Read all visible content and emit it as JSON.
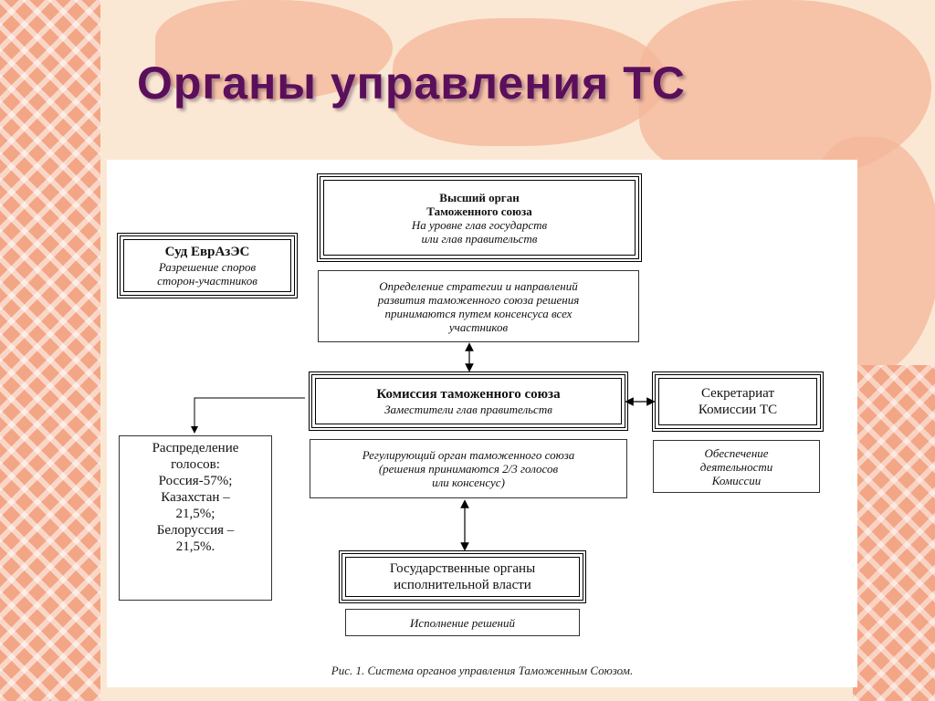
{
  "slide": {
    "title": "Органы управления ТС"
  },
  "diagram": {
    "top_organ": {
      "title_line1": "Высший орган",
      "title_line2": "Таможенного союза",
      "sub_line1": "На уровне глав государств",
      "sub_line2": "или глав правительств"
    },
    "top_desc": {
      "line1": "Определение стратегии и направлений",
      "line2": "развития таможенного союза решения",
      "line3": "принимаются путем консенсуса всех",
      "line4": "участников"
    },
    "court": {
      "title": "Суд ЕврАзЭС",
      "sub_line1": "Разрешение споров",
      "sub_line2": "сторон-участников"
    },
    "commission": {
      "title": "Комиссия таможенного союза",
      "sub": "Заместители глав правительств"
    },
    "commission_desc": {
      "line1": "Регулирующий орган таможенного союза",
      "line2": "(решения принимаются 2/3 голосов",
      "line3": "или консенсус)"
    },
    "secretariat": {
      "line1": "Секретариат",
      "line2": "Комиссии ТС"
    },
    "secretariat_desc": {
      "line1": "Обеспечение",
      "line2": "деятельности",
      "line3": "Комиссии"
    },
    "votes": {
      "line1": "Распределение",
      "line2": "голосов:",
      "line3": "Россия-57%;",
      "line4": "Казахстан –",
      "line5": "21,5%;",
      "line6": "Белоруссия –",
      "line7": "21,5%."
    },
    "executive": {
      "line1": "Государственные органы",
      "line2": "исполнительной власти"
    },
    "executive_desc": {
      "text": "Исполнение решений"
    },
    "caption": "Рис. 1. Система органов управления Таможенным Союзом."
  }
}
